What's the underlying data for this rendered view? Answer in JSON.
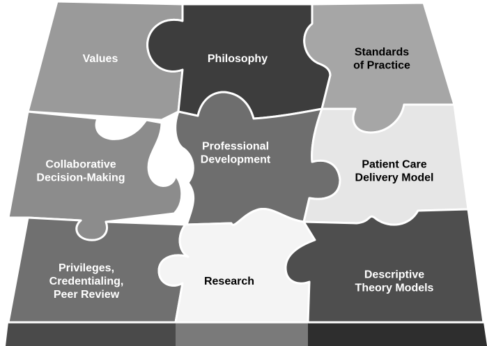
{
  "pieces": [
    {
      "id": "values",
      "lines": [
        "Values"
      ],
      "fill": "#9a9a9a",
      "text_color": "#ffffff"
    },
    {
      "id": "philosophy",
      "lines": [
        "Philosophy"
      ],
      "fill": "#3d3d3d",
      "text_color": "#ffffff"
    },
    {
      "id": "standards-of-practice",
      "lines": [
        "Standards",
        "of Practice"
      ],
      "fill": "#a6a6a6",
      "text_color": "#000000"
    },
    {
      "id": "collaborative-decision-making",
      "lines": [
        "Collaborative",
        "Decision-Making"
      ],
      "fill": "#8c8c8c",
      "text_color": "#ffffff"
    },
    {
      "id": "professional-development",
      "lines": [
        "Professional",
        "Development"
      ],
      "fill": "#6e6e6e",
      "text_color": "#ffffff"
    },
    {
      "id": "patient-care-delivery-model",
      "lines": [
        "Patient Care",
        "Delivery Model"
      ],
      "fill": "#e6e6e6",
      "text_color": "#000000"
    },
    {
      "id": "privileges-credentialing-peer-review",
      "lines": [
        "Privileges,",
        "Credentialing,",
        "Peer Review"
      ],
      "fill": "#707070",
      "text_color": "#ffffff"
    },
    {
      "id": "research",
      "lines": [
        "Research"
      ],
      "fill": "#f4f4f4",
      "text_color": "#000000"
    },
    {
      "id": "descriptive-theory-models",
      "lines": [
        "Descriptive",
        "Theory Models"
      ],
      "fill": "#4e4e4e",
      "text_color": "#ffffff"
    }
  ]
}
